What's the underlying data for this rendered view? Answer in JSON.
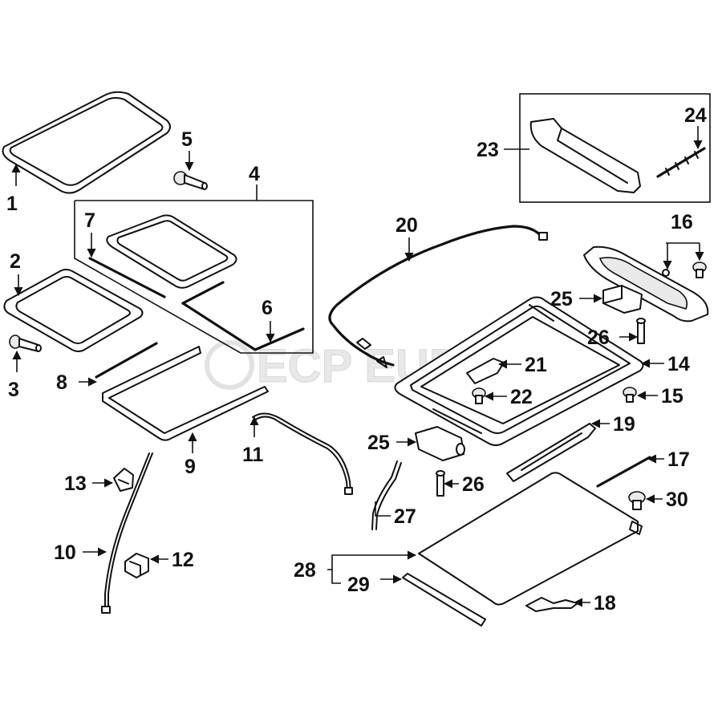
{
  "watermark": {
    "text": "ECP EURO"
  },
  "callouts": [
    {
      "id": "c1",
      "label": "1"
    },
    {
      "id": "c2",
      "label": "2"
    },
    {
      "id": "c3",
      "label": "3"
    },
    {
      "id": "c4",
      "label": "4"
    },
    {
      "id": "c5",
      "label": "5"
    },
    {
      "id": "c6",
      "label": "6"
    },
    {
      "id": "c7",
      "label": "7"
    },
    {
      "id": "c8",
      "label": "8"
    },
    {
      "id": "c9",
      "label": "9"
    },
    {
      "id": "c10",
      "label": "10"
    },
    {
      "id": "c11",
      "label": "11"
    },
    {
      "id": "c12",
      "label": "12"
    },
    {
      "id": "c13",
      "label": "13"
    },
    {
      "id": "c14",
      "label": "14"
    },
    {
      "id": "c15",
      "label": "15"
    },
    {
      "id": "c16",
      "label": "16"
    },
    {
      "id": "c17",
      "label": "17"
    },
    {
      "id": "c18",
      "label": "18"
    },
    {
      "id": "c19",
      "label": "19"
    },
    {
      "id": "c20",
      "label": "20"
    },
    {
      "id": "c21",
      "label": "21"
    },
    {
      "id": "c22",
      "label": "22"
    },
    {
      "id": "c23",
      "label": "23"
    },
    {
      "id": "c24",
      "label": "24"
    },
    {
      "id": "c25a",
      "label": "25"
    },
    {
      "id": "c25b",
      "label": "25"
    },
    {
      "id": "c26a",
      "label": "26"
    },
    {
      "id": "c26b",
      "label": "26"
    },
    {
      "id": "c27",
      "label": "27"
    },
    {
      "id": "c28",
      "label": "28"
    },
    {
      "id": "c29",
      "label": "29"
    },
    {
      "id": "c30",
      "label": "30"
    }
  ]
}
